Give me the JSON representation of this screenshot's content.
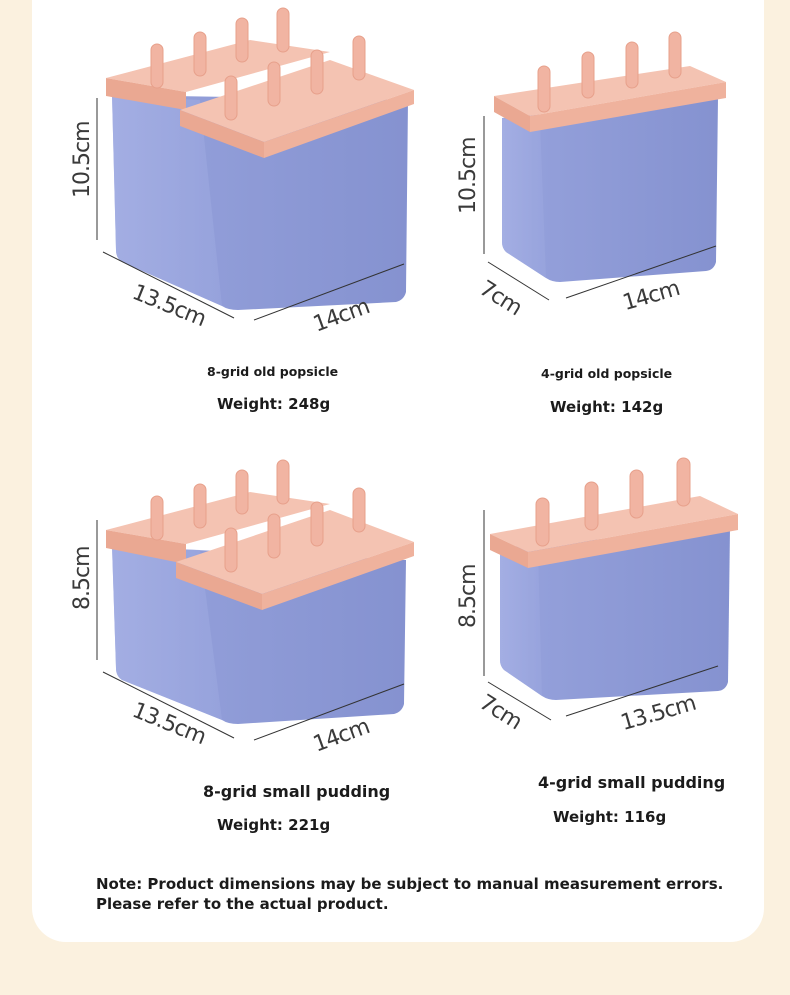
{
  "products": [
    {
      "title": "8-grid old popsicle",
      "weight": "Weight: 248g",
      "height": "10.5cm",
      "depth": "13.5cm",
      "width": "14cm"
    },
    {
      "title": "4-grid old popsicle",
      "weight": "Weight: 142g",
      "height": "10.5cm",
      "depth": "7cm",
      "width": "14cm"
    },
    {
      "title": "8-grid small pudding",
      "weight": "Weight: 221g",
      "height": "8.5cm",
      "depth": "13.5cm",
      "width": "14cm"
    },
    {
      "title": "4-grid small pudding",
      "weight": "Weight: 116g",
      "height": "8.5cm",
      "depth": "7cm",
      "width": "13.5cm"
    }
  ],
  "note": {
    "line1": "Note: Product dimensions may be subject to manual measurement errors.",
    "line2": "Please refer to the actual product."
  },
  "colors": {
    "page_bg": "#fbf1df",
    "card_bg": "#ffffff",
    "mold_body": "#8f9bd6",
    "mold_lid": "#f2b9a6",
    "stick": "#f1b4a2",
    "text": "#1b1b1b"
  }
}
